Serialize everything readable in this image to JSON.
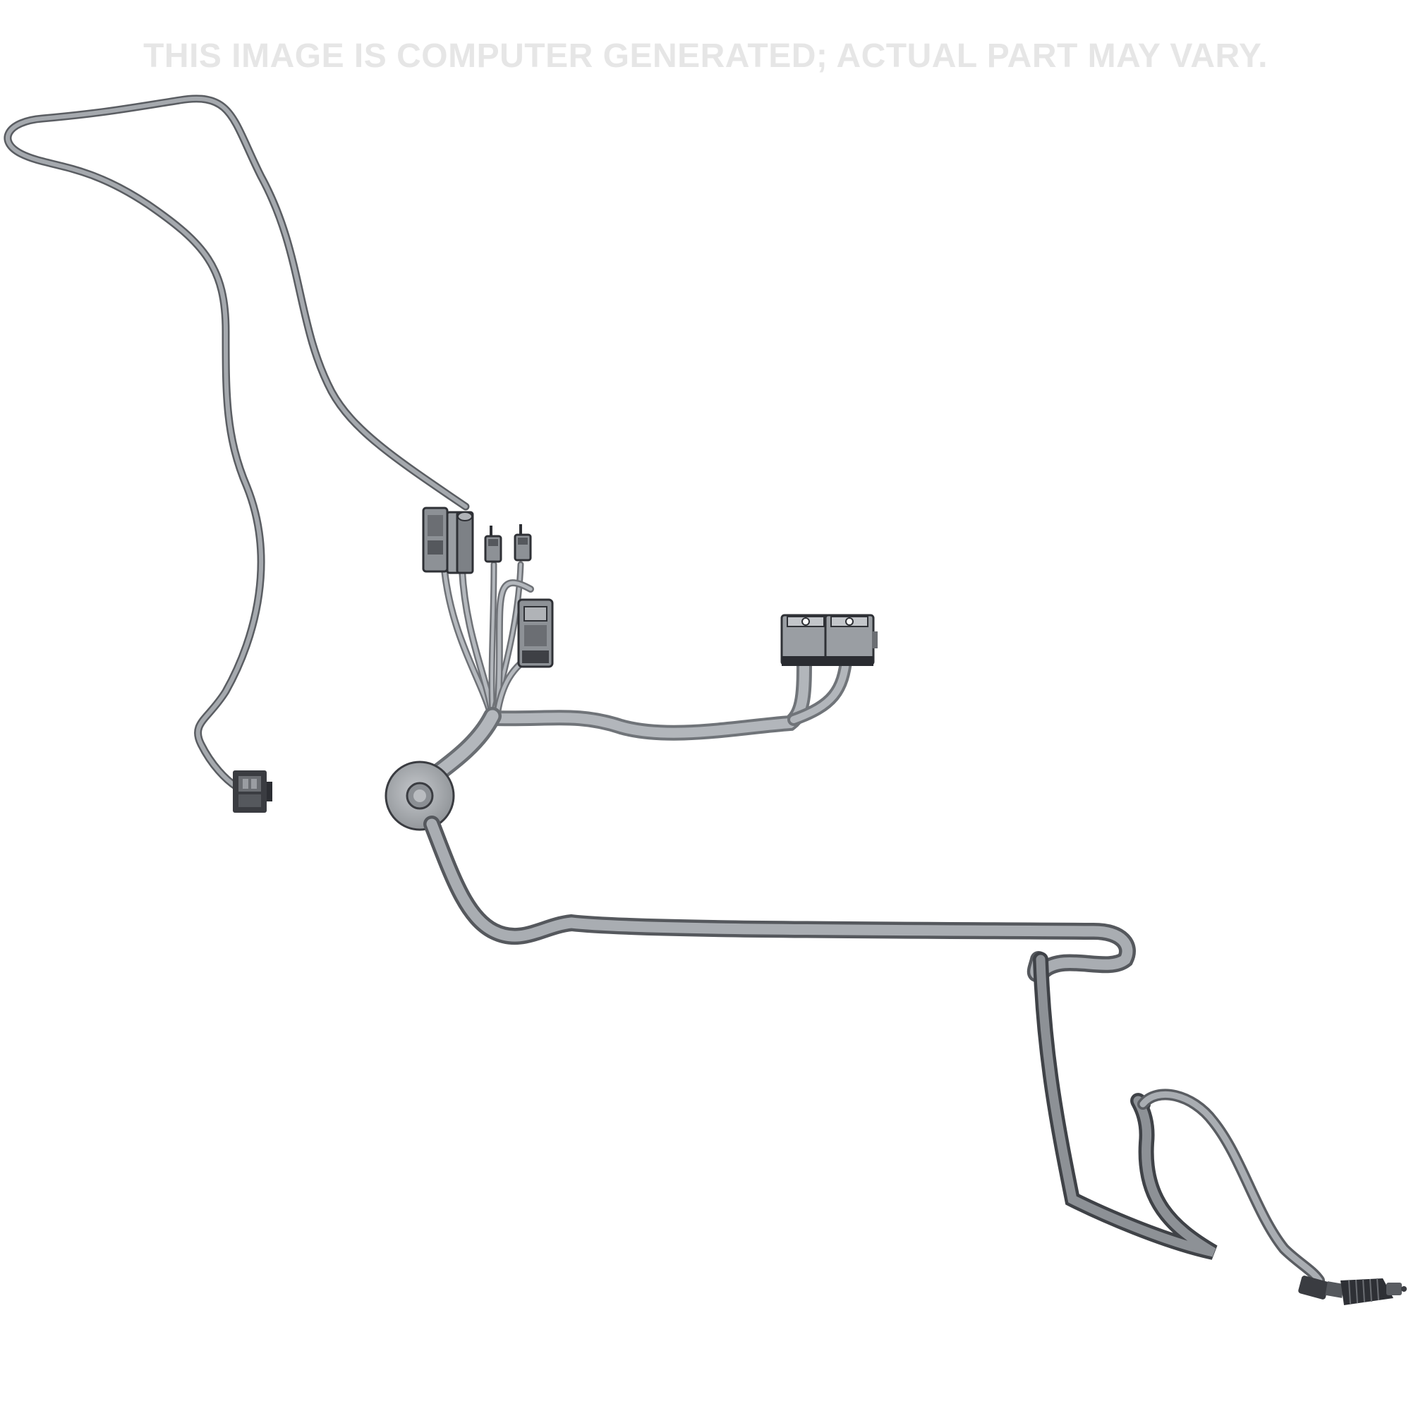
{
  "watermark": {
    "text": "THIS IMAGE IS COMPUTER GENERATED; ACTUAL PART MAY VARY."
  },
  "colors": {
    "background": "#ffffff",
    "watermark": "#e6e6e6",
    "cable_light": "#a9adb2",
    "cable_dark": "#4a4d52",
    "connector_body": "#8a8e94",
    "connector_dark": "#2e3035"
  },
  "harness": {
    "components": [
      "upper-left-lead-cable",
      "pigtail-connector",
      "connector-cluster",
      "weatherpack-connector",
      "dual-relay-connector",
      "grommet",
      "main-trunk-cable",
      "zigzag-cable",
      "sensor-plug-connector"
    ]
  }
}
